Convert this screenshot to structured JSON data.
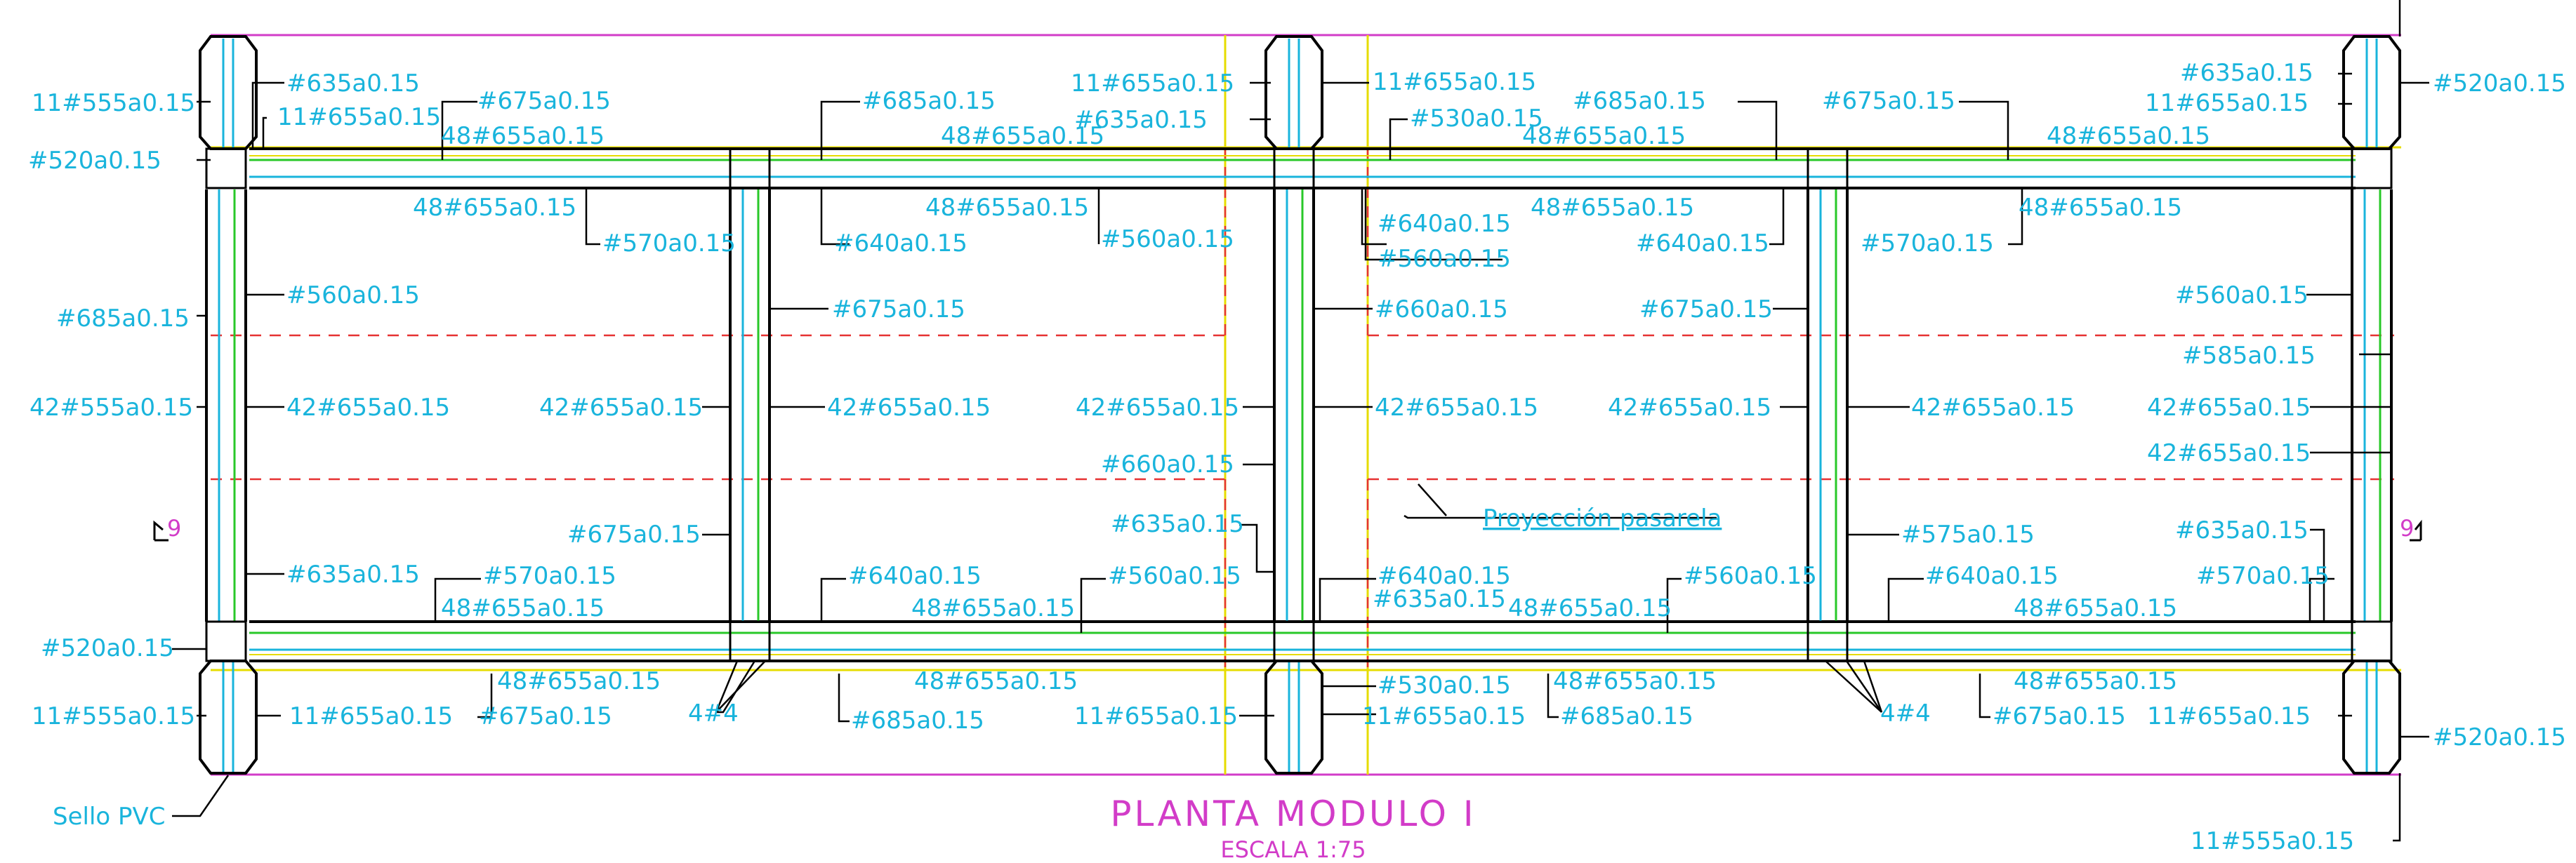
{
  "title": "PLANTA MODULO I",
  "subtitle": "ESCALA 1:75",
  "section_marker": "9",
  "projection_note": "Proyección pasarela",
  "seal_note": "Sello PVC",
  "colors": {
    "outline": "#d23cc8",
    "beam_black": "#000000",
    "rebar_cyan": "#19b4dc",
    "rebar_green": "#28c828",
    "guide_yellow": "#e6dc00",
    "projection_red": "#e63232"
  },
  "labels": [
    {
      "id": "l1",
      "text": "#635a0.15"
    },
    {
      "id": "l2",
      "text": "11#555a0.15"
    },
    {
      "id": "l3",
      "text": "#675a0.15"
    },
    {
      "id": "l4",
      "text": "11#655a0.15"
    },
    {
      "id": "l5",
      "text": "48#655a0.15"
    },
    {
      "id": "l6",
      "text": "#520a0.15"
    },
    {
      "id": "l7",
      "text": "#685a0.15"
    },
    {
      "id": "l8",
      "text": "48#655a0.15"
    },
    {
      "id": "l9",
      "text": "11#655a0.15"
    },
    {
      "id": "l10",
      "text": "#635a0.15"
    },
    {
      "id": "l11",
      "text": "11#655a0.15"
    },
    {
      "id": "l12",
      "text": "#530a0.15"
    },
    {
      "id": "l13",
      "text": "#685a0.15"
    },
    {
      "id": "l14",
      "text": "48#655a0.15"
    },
    {
      "id": "l15",
      "text": "#675a0.15"
    },
    {
      "id": "l16",
      "text": "48#655a0.15"
    },
    {
      "id": "l17",
      "text": "#635a0.15"
    },
    {
      "id": "l18",
      "text": "11#655a0.15"
    },
    {
      "id": "l19",
      "text": "#520a0.15"
    },
    {
      "id": "l20",
      "text": "48#655a0.15"
    },
    {
      "id": "l21",
      "text": "#570a0.15"
    },
    {
      "id": "l22",
      "text": "48#655a0.15"
    },
    {
      "id": "l23",
      "text": "#640a0.15"
    },
    {
      "id": "l24",
      "text": "#560a0.15"
    },
    {
      "id": "l25",
      "text": "#640a0.15"
    },
    {
      "id": "l26",
      "text": "#560a0.15"
    },
    {
      "id": "l27",
      "text": "48#655a0.15"
    },
    {
      "id": "l28",
      "text": "#640a0.15"
    },
    {
      "id": "l29",
      "text": "48#655a0.15"
    },
    {
      "id": "l30",
      "text": "#570a0.15"
    },
    {
      "id": "l31",
      "text": "#685a0.15"
    },
    {
      "id": "l32",
      "text": "#560a0.15"
    },
    {
      "id": "l33",
      "text": "#675a0.15"
    },
    {
      "id": "l34",
      "text": "#660a0.15"
    },
    {
      "id": "l35",
      "text": "#675a0.15"
    },
    {
      "id": "l36",
      "text": "#560a0.15"
    },
    {
      "id": "l37",
      "text": "#585a0.15"
    },
    {
      "id": "l38",
      "text": "42#555a0.15"
    },
    {
      "id": "l39",
      "text": "42#655a0.15"
    },
    {
      "id": "l40",
      "text": "42#655a0.15"
    },
    {
      "id": "l41",
      "text": "42#655a0.15"
    },
    {
      "id": "l42",
      "text": "42#655a0.15"
    },
    {
      "id": "l43",
      "text": "42#655a0.15"
    },
    {
      "id": "l44",
      "text": "42#655a0.15"
    },
    {
      "id": "l45",
      "text": "42#655a0.15"
    },
    {
      "id": "l46",
      "text": "42#655a0.15"
    },
    {
      "id": "l47",
      "text": "42#655a0.15"
    },
    {
      "id": "l48",
      "text": "#660a0.15"
    },
    {
      "id": "l49",
      "text": "#675a0.15"
    },
    {
      "id": "l50",
      "text": "#635a0.15"
    },
    {
      "id": "l51",
      "text": "#575a0.15"
    },
    {
      "id": "l52",
      "text": "#635a0.15"
    },
    {
      "id": "l53",
      "text": "#635a0.15"
    },
    {
      "id": "l54",
      "text": "#570a0.15"
    },
    {
      "id": "l55",
      "text": "#640a0.15"
    },
    {
      "id": "l56",
      "text": "#560a0.15"
    },
    {
      "id": "l57",
      "text": "#640a0.15"
    },
    {
      "id": "l58",
      "text": "#560a0.15"
    },
    {
      "id": "l59",
      "text": "#640a0.15"
    },
    {
      "id": "l60",
      "text": "#570a0.15"
    },
    {
      "id": "l61",
      "text": "48#655a0.15"
    },
    {
      "id": "l62",
      "text": "#635a0.15"
    },
    {
      "id": "l63",
      "text": "48#655a0.15"
    },
    {
      "id": "l64",
      "text": "48#655a0.15"
    },
    {
      "id": "l65",
      "text": "48#655a0.15"
    },
    {
      "id": "l66",
      "text": "#520a0.15"
    },
    {
      "id": "l67",
      "text": "48#655a0.15"
    },
    {
      "id": "l68",
      "text": "48#655a0.15"
    },
    {
      "id": "l69",
      "text": "#530a0.15"
    },
    {
      "id": "l70",
      "text": "48#655a0.15"
    },
    {
      "id": "l71",
      "text": "48#655a0.15"
    },
    {
      "id": "l72",
      "text": "11#555a0.15"
    },
    {
      "id": "l73",
      "text": "11#655a0.15"
    },
    {
      "id": "l74",
      "text": "#675a0.15"
    },
    {
      "id": "l75",
      "text": "4#4"
    },
    {
      "id": "l76",
      "text": "#685a0.15"
    },
    {
      "id": "l77",
      "text": "11#655a0.15"
    },
    {
      "id": "l78",
      "text": "11#655a0.15"
    },
    {
      "id": "l79",
      "text": "#685a0.15"
    },
    {
      "id": "l80",
      "text": "4#4"
    },
    {
      "id": "l81",
      "text": "#675a0.15"
    },
    {
      "id": "l82",
      "text": "11#655a0.15"
    },
    {
      "id": "l83",
      "text": "#520a0.15"
    },
    {
      "id": "l84",
      "text": "11#555a0.15"
    }
  ]
}
